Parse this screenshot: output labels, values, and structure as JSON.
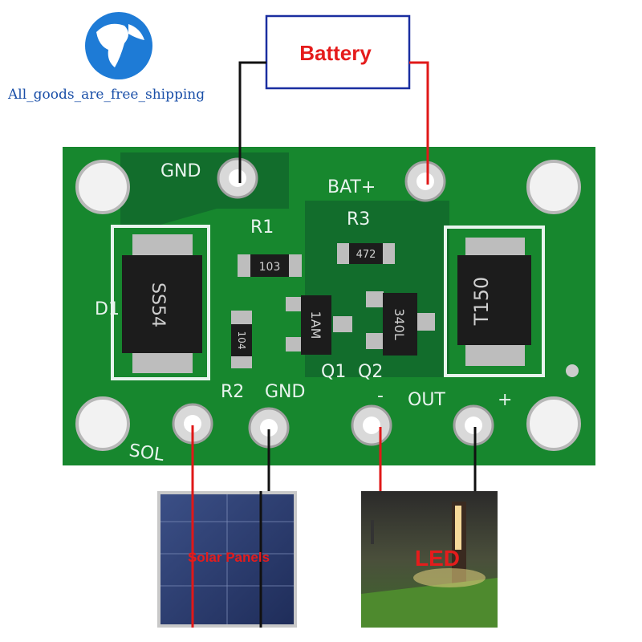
{
  "logo": {
    "caption": "All_goods_are_free_shipping",
    "icon": "globe-icon"
  },
  "battery": {
    "label": "Battery"
  },
  "board": {
    "top_labels": {
      "gnd": "GND",
      "bat_plus": "BAT+"
    },
    "components": {
      "r1": {
        "ref": "R1",
        "marking": "103"
      },
      "r2": {
        "ref": "R2",
        "marking": "104"
      },
      "r3": {
        "ref": "R3",
        "marking": "472"
      },
      "q1": {
        "ref": "Q1",
        "marking": "1AM"
      },
      "q2": {
        "ref": "Q2",
        "marking": "340L"
      },
      "d1": {
        "ref": "D1",
        "marking": "SS54"
      },
      "l1": {
        "marking": "T150"
      }
    },
    "bottom_labels": {
      "gnd": "GND",
      "sol": "SOL",
      "minus": "-",
      "out": "OUT",
      "plus": "+"
    }
  },
  "solar": {
    "label": "Solar Panels"
  },
  "led": {
    "label": "LED"
  },
  "colors": {
    "wire_red": "#e01818",
    "wire_black": "#111111",
    "pcb_green": "#17872e",
    "battery_border": "#1a2ea0",
    "label_red": "#e51c1c"
  }
}
